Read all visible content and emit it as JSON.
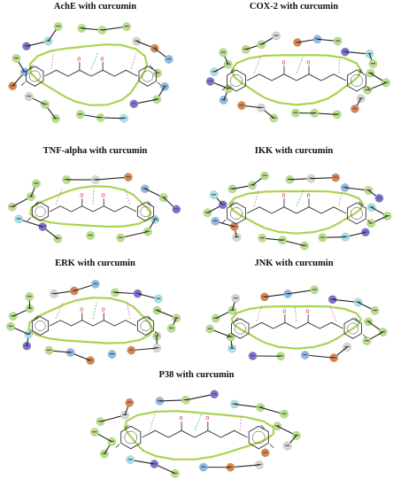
{
  "figure": {
    "panels": [
      {
        "key": "ache",
        "title": "AchE with curcumin"
      },
      {
        "key": "cox2",
        "title": "COX-2 with curcumin"
      },
      {
        "key": "tnf",
        "title": "TNF-alpha with curcumin"
      },
      {
        "key": "ikk",
        "title": "IKK with curcumin"
      },
      {
        "key": "erk",
        "title": "ERK with curcumin"
      },
      {
        "key": "jnk",
        "title": "JNK with curcumin"
      },
      {
        "key": "p38",
        "title": "P38 with curcumin"
      }
    ]
  },
  "colors": {
    "green_residue": "#b9e08a",
    "blue_residue": "#8fb8f0",
    "cyan_residue": "#a6e3f0",
    "orange_residue": "#e0824f",
    "purple_residue": "#7a70d8",
    "grey_residue": "#d8d8d8",
    "pocket_line": "#9acd32",
    "backbone": "#222222",
    "ligand": "#333333",
    "hbond_pink": "#e060d0",
    "pi_green": "#40b040"
  }
}
